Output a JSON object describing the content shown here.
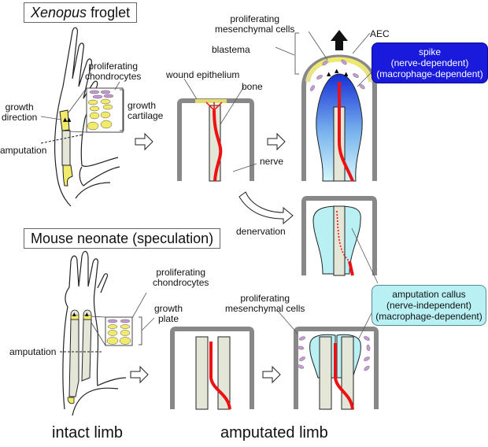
{
  "panels": {
    "xenopus": {
      "title_italic": "Xenopus",
      "title_rest": " froglet",
      "labels": {
        "proliferating_chondrocytes": [
          "proliferating",
          "chondrocytes"
        ],
        "growth_cartilage": [
          "growth",
          "cartilage"
        ],
        "growth_direction": [
          "growth",
          "direction"
        ],
        "amputation": "amputation",
        "wound_epithelium": "wound epithelium",
        "bone": "bone",
        "nerve": "nerve",
        "blastema": "blastema",
        "proliferating_mesenchymal_cells": [
          "proliferating",
          "mesenchymal cells"
        ],
        "aec": "AEC"
      },
      "spike_callout": [
        "spike",
        "(nerve-dependent)",
        "(macrophage-dependent)"
      ]
    },
    "denervation": {
      "label": "denervation"
    },
    "mouse": {
      "title": "Mouse neonate (speculation)",
      "labels": {
        "proliferating_chondrocytes": [
          "proliferating",
          "chondrocytes"
        ],
        "growth_plate": [
          "growth",
          "plate"
        ],
        "amputation": "amputation",
        "proliferating_mesenchymal_cells": [
          "proliferating",
          "mesenchymal cells"
        ]
      },
      "callus_callout": [
        "amputation callus",
        "(nerve-independent)",
        "(macrophage-dependent)"
      ]
    }
  },
  "captions": {
    "intact": "intact limb",
    "amputated": "amputated limb"
  },
  "colors": {
    "skin": "#8a8a8a",
    "bone": "#e4e6d8",
    "cartilage": "#f2ea6a",
    "nerve": "#ee1111",
    "blastema_top": "#1a3ad8",
    "blastema_bottom": "#c8f4fa",
    "callus": "#b8f0f4",
    "macrophage": "#c69ad6",
    "spike_box": "#1a1adc"
  }
}
